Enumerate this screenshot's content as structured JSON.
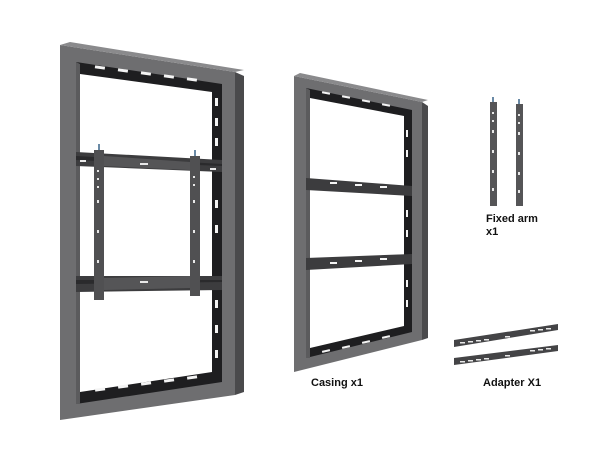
{
  "products": {
    "assembled_frame": {
      "name": "assembled-mount-frame"
    },
    "casing": {
      "label": "Casing x1"
    },
    "fixed_arm": {
      "label_line1": "Fixed arm",
      "label_line2": "x1"
    },
    "adapter": {
      "label": "Adapter X1"
    }
  },
  "colors": {
    "frame_gray": "#6e6e70",
    "frame_dark": "#3c3c3e",
    "rail_black": "#1e1e20",
    "slot_white": "#f4f4f4",
    "background": "#ffffff"
  }
}
